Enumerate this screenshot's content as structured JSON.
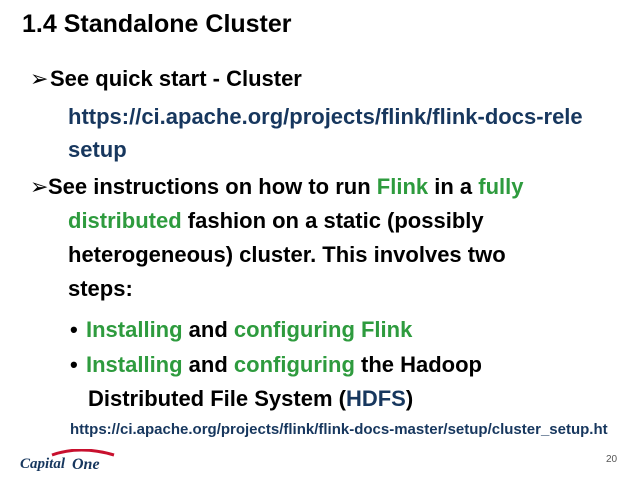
{
  "slide": {
    "title": "1.4  Standalone Cluster",
    "item1": {
      "text": "See quick start - Cluster",
      "url_line1": "https://ci.apache.org/projects/flink/flink-docs-rele",
      "url_line2": "setup"
    },
    "item2": {
      "p1": "See instructions on how to run ",
      "p2": "Flink",
      "p3": " in a ",
      "p4": "fully",
      "l2_green": "distributed",
      "l2_rest": " fashion on a static (possibly",
      "l3": "heterogeneous) cluster. This involves two",
      "l4": "steps:"
    },
    "sub1": {
      "g1": "Installing",
      "t1": " and ",
      "g2": "configuring Flink"
    },
    "sub2": {
      "g1": "Installing",
      "t1": " and ",
      "g2": "configuring",
      "t2": " the Hadoop",
      "l2a": "Distributed File System (",
      "l2b": "HDFS",
      "l2c": ")"
    },
    "footer_url": "https://ci.apache.org/projects/flink/flink-docs-master/setup/cluster_setup.ht",
    "page_number": "20",
    "logo_text": "Capital One"
  },
  "colors": {
    "link_blue": "#17375e",
    "flink_green": "#2e9b3e",
    "logo_red": "#c8102e"
  }
}
